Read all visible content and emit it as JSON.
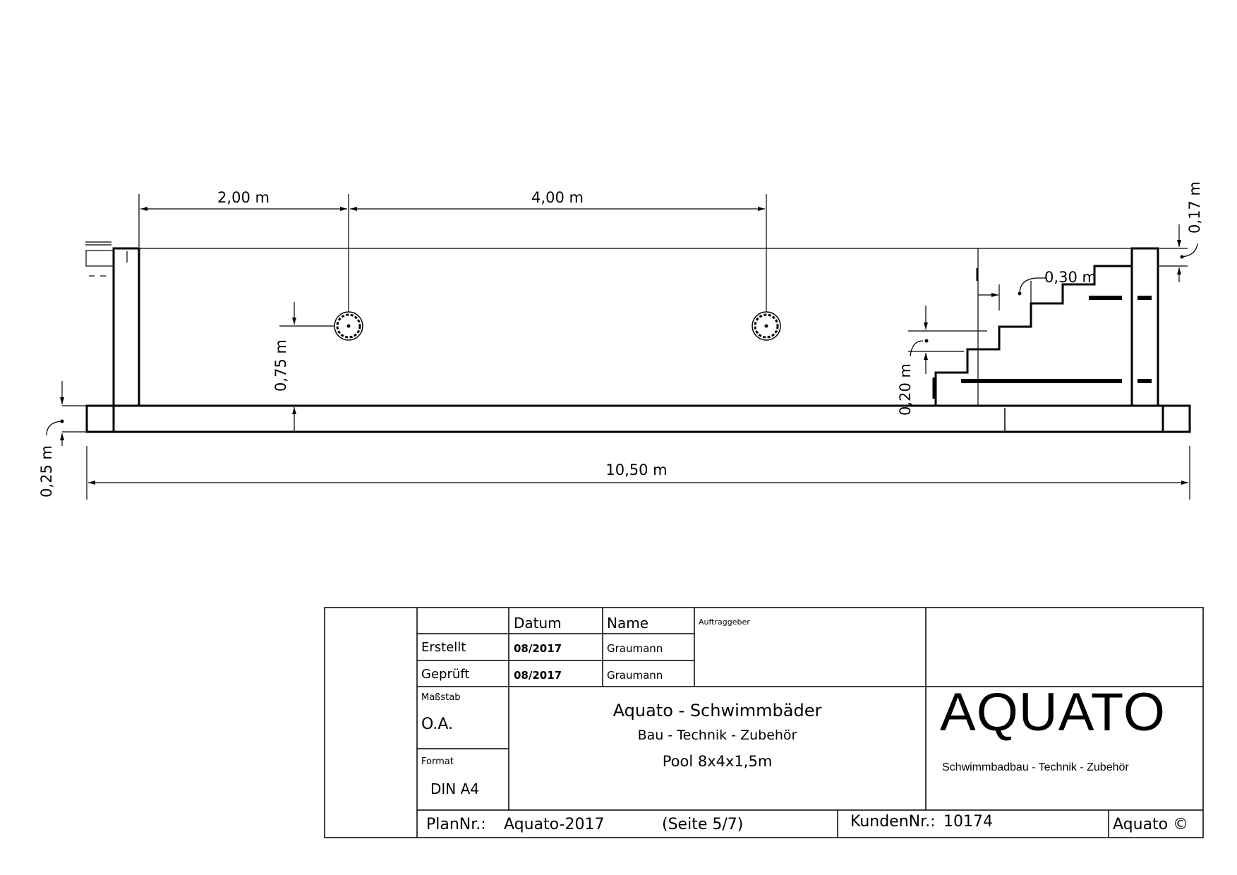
{
  "dimensions": {
    "d1": "2,00 m",
    "d2": "4,00 m",
    "d3": "0,17 m",
    "d4": "0,30 m",
    "d5": "0,75 m",
    "d6": "0,20 m",
    "d7": "0,25 m",
    "d8": "10,50 m"
  },
  "title_block": {
    "col_datum": "Datum",
    "col_name": "Name",
    "auftraggeber_label": "Auftraggeber",
    "erstellt_label": "Erstellt",
    "erstellt_date": "08/2017",
    "erstellt_name": "Graumann",
    "geprueft_label": "Geprüft",
    "geprueft_date": "08/2017",
    "geprueft_name": "Graumann",
    "massstab_label": "Maßstab",
    "massstab_value": "O.A.",
    "format_label": "Format",
    "format_value": "DIN A4",
    "company_line1": "Aquato - Schwimmbäder",
    "company_line2": "Bau - Technik - Zubehör",
    "project": "Pool 8x4x1,5m",
    "logo": "AQUATO",
    "tagline": "Schwimmbadbau - Technik - Zubehör",
    "plan_label": "PlanNr.:",
    "plan_value": "Aquato-2017",
    "page_value": "(Seite 5/7)",
    "kunden_label": "KundenNr.:",
    "kunden_value": "10174",
    "copyright": "Aquato ©"
  }
}
